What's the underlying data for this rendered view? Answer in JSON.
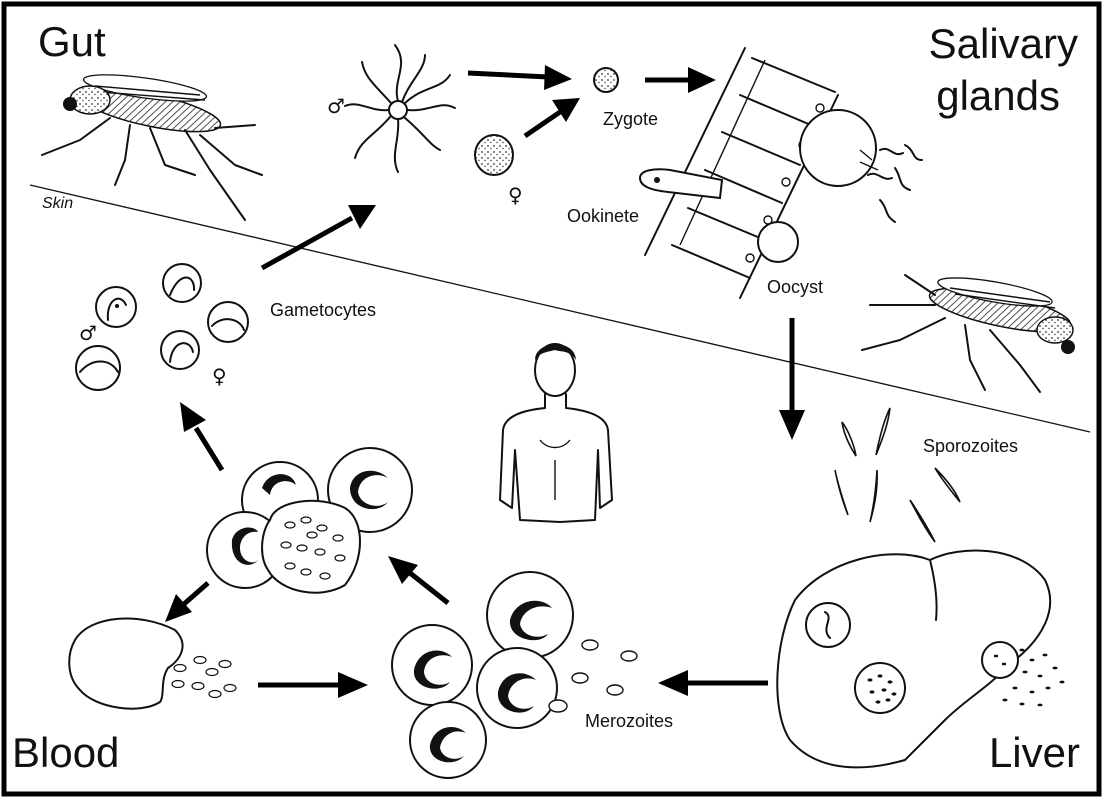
{
  "title": "",
  "sections": {
    "gut": "Gut",
    "salivary": [
      "Salivary",
      "glands"
    ],
    "blood": "Blood",
    "liver": "Liver",
    "skin": "Skin"
  },
  "stages": {
    "zygote": "Zygote",
    "ookinete": "Ookinete",
    "oocyst": "Oocyst",
    "gametocytes": "Gametocytes",
    "sporozoites": "Sporozoites",
    "merozoites": "Merozoites"
  },
  "symbols": {
    "male": "♂",
    "female": "♀"
  }
}
